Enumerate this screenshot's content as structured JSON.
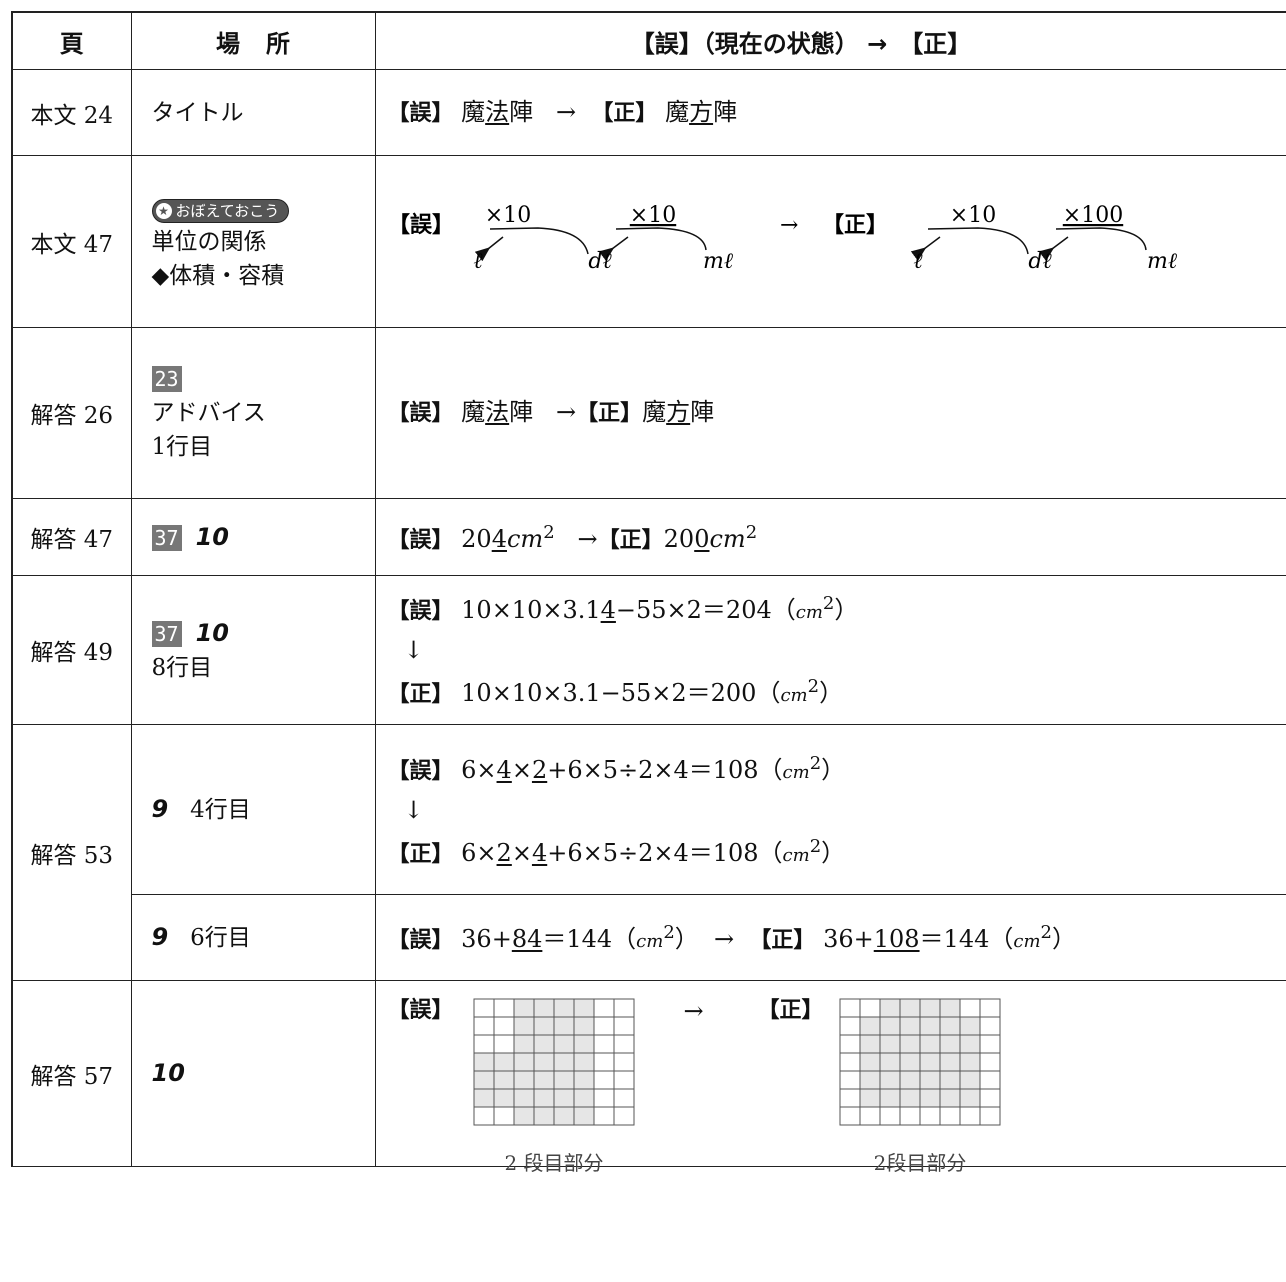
{
  "header": {
    "page": "頁",
    "place_a": "場",
    "place_b": "所",
    "fix": "【誤】（現在の状態） →　【正】"
  },
  "wrong_label": "【誤】",
  "right_label": "【正】",
  "arrow": "→",
  "down_arrow": "↓",
  "rows": [
    {
      "page": "本文 24",
      "loc": "タイトル",
      "fix": {
        "w1": "魔",
        "wu": "法",
        "w2": "陣",
        "r1": "魔",
        "ru": "方",
        "r2": "陣"
      }
    },
    {
      "page": "本文 47",
      "loc_badge": "おぼえておこう",
      "loc1": "単位の関係",
      "loc2": "◆体積・容積",
      "fix": {
        "w_m1": "×10",
        "w_m2": "×10",
        "r_m1": "×10",
        "r_m2": "×100",
        "u1": "ℓ",
        "u2": "dℓ",
        "u3": "mℓ"
      }
    },
    {
      "page": "解答 26",
      "loc_badge": "23",
      "loc1": "アドバイス",
      "loc2": "1行目",
      "fix": {
        "w1": "魔",
        "wu": "法",
        "w2": "陣",
        "r1": "魔",
        "ru": "方",
        "r2": "陣"
      }
    },
    {
      "page": "解答 47",
      "loc_badge": "37",
      "loc_num": "10",
      "fix": {
        "w1": "20",
        "wu": "4",
        "w_unit": "cm",
        "r1": "20",
        "ru": "0",
        "r_unit": "cm",
        "sup": "2"
      }
    },
    {
      "page": "解答 49",
      "loc_badge": "37",
      "loc_num": "10",
      "loc2": "8行目",
      "fix": {
        "w1": "10×10×3.1",
        "wu": "4",
        "w2": "−55×2＝204（",
        "r1": "10×10×3.1−55×2＝200（",
        "unit": "cm",
        "sup": "2",
        "close": "）"
      }
    },
    {
      "page": "解答 53",
      "loc_num": "9",
      "loc2": "4行目",
      "fix": {
        "w1": "6×",
        "wu1": "4",
        "wx": "×",
        "wu2": "2",
        "w2": "+6×5÷2×4＝108（",
        "r1": "6×",
        "ru1": "2",
        "rx": "×",
        "ru2": "4",
        "r2": "+6×5÷2×4＝108（",
        "unit": "cm",
        "sup": "2",
        "close": "）"
      }
    },
    {
      "loc_num": "9",
      "loc2": "6行目",
      "fix": {
        "w1": "36+",
        "wu": "84",
        "w2": "＝144（",
        "r1": "36+",
        "ru": "108",
        "r2": "＝144（",
        "unit": "cm",
        "sup": "2",
        "close": "）"
      }
    },
    {
      "page": "解答  57",
      "loc_num": "10",
      "fix": {
        "caption_w": "2 段目部分",
        "caption_r": "2段目部分"
      }
    }
  ]
}
